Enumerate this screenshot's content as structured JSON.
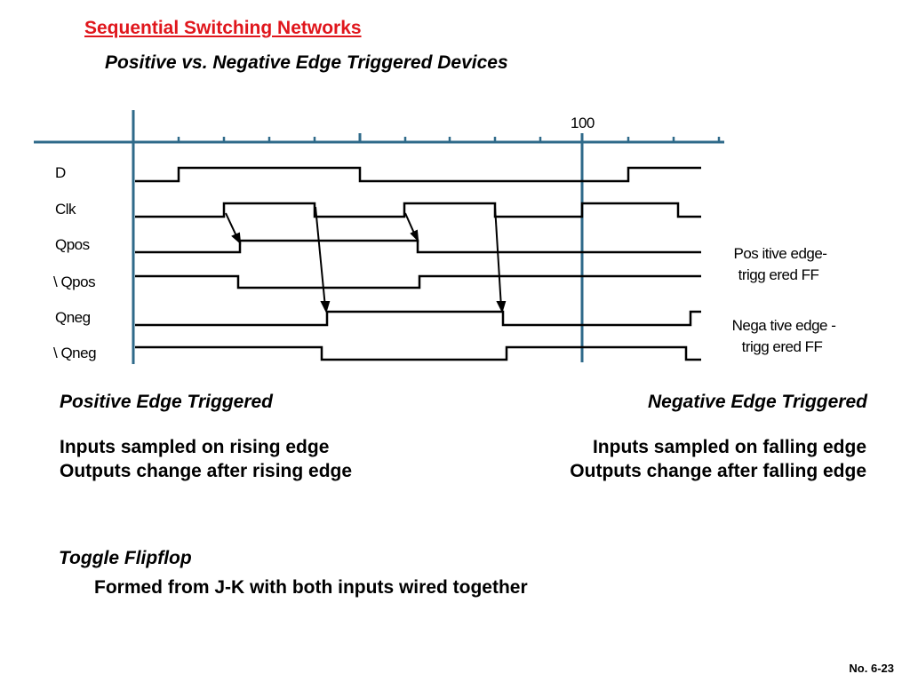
{
  "title": "Sequential Switching Networks",
  "subtitle": "Positive vs. Negative Edge Triggered Devices",
  "timing": {
    "marker_label": "100",
    "signals": [
      "D",
      "Clk",
      "Qpos",
      "\\ Qpos",
      "Qneg",
      "\\ Qneg"
    ],
    "annotations": {
      "positive": [
        "Pos itive edge-",
        "trigg ered FF"
      ],
      "negative": [
        "Nega tive  edge -",
        "trigg ered FF"
      ]
    },
    "colors": {
      "axis": "#2f6a8a",
      "waveform": "#000000",
      "title": "#e0161c"
    }
  },
  "positive": {
    "heading": "Positive Edge Triggered",
    "lines": [
      "Inputs sampled on rising edge",
      "Outputs change after rising edge"
    ]
  },
  "negative": {
    "heading": "Negative Edge Triggered",
    "lines": [
      "Inputs sampled on falling edge",
      "Outputs change after falling edge"
    ]
  },
  "toggle": {
    "heading": "Toggle Flipflop",
    "text": "Formed from J-K with both inputs wired together"
  },
  "slide_number": "No. 6-23"
}
